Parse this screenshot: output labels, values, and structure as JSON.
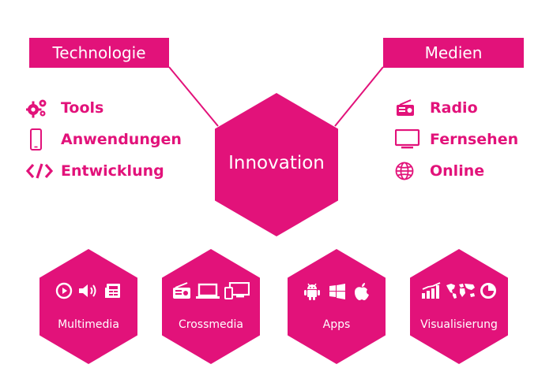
{
  "left_header": "Technologie",
  "right_header": "Medien",
  "center": "Innovation",
  "left_items": [
    {
      "label": "Tools",
      "icon": "gears-icon"
    },
    {
      "label": "Anwendungen",
      "icon": "smartphone-icon"
    },
    {
      "label": "Entwicklung",
      "icon": "code-icon"
    }
  ],
  "right_items": [
    {
      "label": "Radio",
      "icon": "radio-icon"
    },
    {
      "label": "Fernsehen",
      "icon": "tv-icon"
    },
    {
      "label": "Online",
      "icon": "globe-icon"
    }
  ],
  "bottom_hexes": [
    {
      "label": "Multimedia",
      "icons": [
        "play-icon",
        "speaker-icon",
        "newspaper-icon"
      ]
    },
    {
      "label": "Crossmedia",
      "icons": [
        "radio-icon",
        "laptop-icon",
        "devices-icon"
      ]
    },
    {
      "label": "Apps",
      "icons": [
        "android-icon",
        "windows-icon",
        "apple-icon"
      ]
    },
    {
      "label": "Visualisierung",
      "icons": [
        "chart-icon",
        "world-map-icon",
        "pie-chart-icon"
      ]
    }
  ],
  "colors": {
    "brand": "#e2127a",
    "background": "#ffffff",
    "text_on_brand": "#ffffff"
  }
}
